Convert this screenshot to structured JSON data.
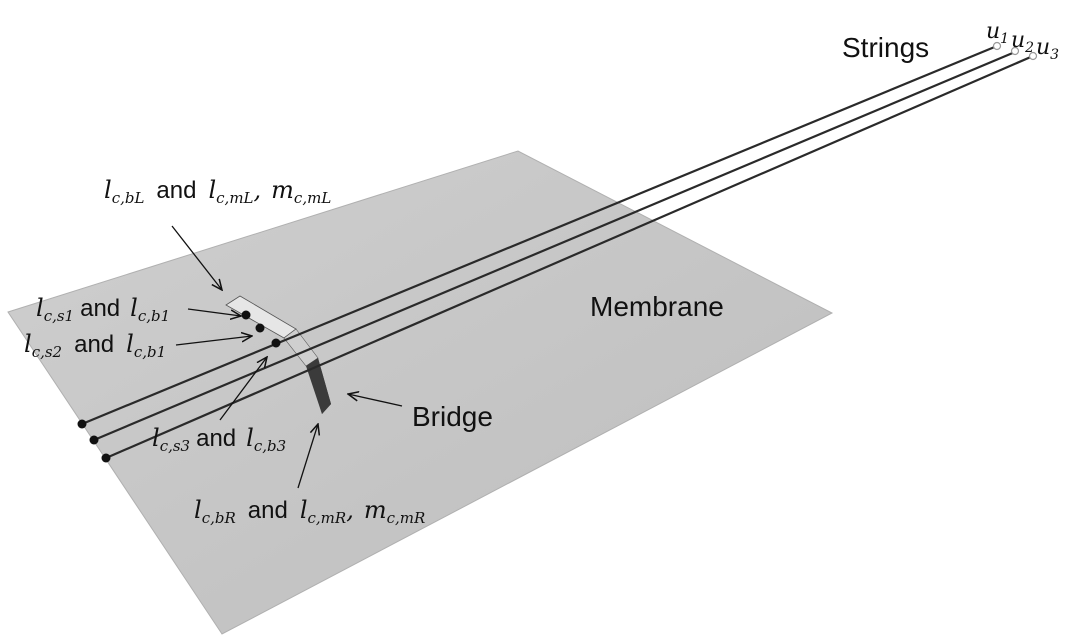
{
  "labels": {
    "strings": "Strings",
    "membrane": "Membrane",
    "bridge": "Bridge",
    "conjunction": "and",
    "string_ends": {
      "u1": "u",
      "u1_sub": "1",
      "u2": "u",
      "u2_sub": "2",
      "u3": "u",
      "u3_sub": "3"
    },
    "coupling_bL_mL": {
      "l1": "l",
      "l1_sub": "c,bL",
      "l2": "l",
      "l2_sub": "c,mL",
      "sep": ",",
      "m": "m",
      "m_sub": "c,mL"
    },
    "coupling_s1_b1": {
      "l1": "l",
      "l1_sub": "c,s1",
      "l2": "l",
      "l2_sub": "c,b1"
    },
    "coupling_s2_b1": {
      "l1": "l",
      "l1_sub": "c,s2",
      "l2": "l",
      "l2_sub": "c,b1"
    },
    "coupling_s3_b3": {
      "l1": "l",
      "l1_sub": "c,s3",
      "l2": "l",
      "l2_sub": "c,b3"
    },
    "coupling_bR_mR": {
      "l1": "l",
      "l1_sub": "c,bR",
      "l2": "l",
      "l2_sub": "c,mR",
      "sep": ",",
      "m": "m",
      "m_sub": "c,mR"
    }
  },
  "colors": {
    "membrane": "#c4c4c4",
    "string": "#2a2a2a",
    "bridge_top": "#d8d8d8",
    "bridge_dark": "#3a3a3a",
    "endpoint": "#111111",
    "text": "#111111"
  }
}
